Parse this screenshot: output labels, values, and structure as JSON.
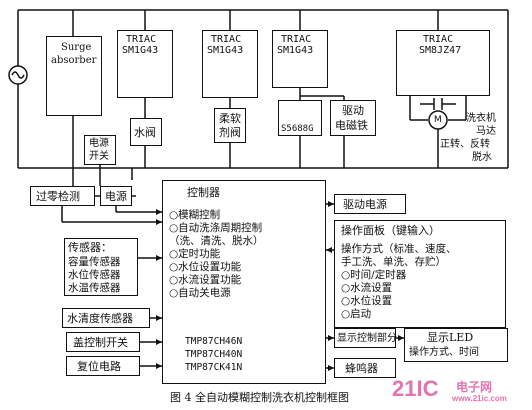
{
  "surge": {
    "title_line1": "Surge",
    "title_line2": "absorber"
  },
  "triac_blocks": [
    {
      "line1": "TRIAC",
      "line2": "SM1G43"
    },
    {
      "line1": "TRIAC",
      "line2": "SM1G43"
    },
    {
      "line1": "TRIAC",
      "line2": "SM1G43"
    },
    {
      "line1": "TRIAC",
      "line2": "SM8JZ47"
    }
  ],
  "loads": {
    "water_valve": "水阀",
    "softener_valve_line1": "柔软",
    "softener_valve_line2": "剂阀",
    "diode_label": "S5688G",
    "drive_magnet_line1": "驱动",
    "drive_magnet_line2": "电磁铁",
    "motor_symbol": "M",
    "motor_label_line1": "洗衣机",
    "motor_label_line2": "马达",
    "motor_label_line3": "正转、反转",
    "motor_label_line4": "脱水"
  },
  "power_switch": {
    "line1": "电源",
    "line2": "开关"
  },
  "zero_cross": "过零检测",
  "power_supply": "电源",
  "controller": {
    "title": "控制器",
    "functions": [
      "○模糊控制",
      "○自动洗涤周期控制",
      "（洗、清洗、脱水）",
      "○定时功能",
      "○水位设置功能",
      "○水流设置功能",
      "○自动关电源"
    ],
    "chips": [
      "TMP87CH46N",
      "TMP87CH40N",
      "TMP87CK41N"
    ]
  },
  "drive_power": "驱动电源",
  "sensors": {
    "title": "传感器：",
    "items": [
      "容量传感器",
      "水位传感器",
      "水温传感器"
    ]
  },
  "turbidity_sensor": "水清度传感器",
  "lid_switch": "盖控制开关",
  "reset_circuit": "复位电路",
  "operation_panel": {
    "title": "操作面板（键输入）",
    "lines": [
      "操作方式（标准、速度、",
      "手工洗、单洗、存贮）",
      "○时间/定时器",
      "○水流设置",
      "○水位设置",
      "○启动"
    ]
  },
  "display_control": "显示控制部分",
  "display_led": {
    "title": "显示LED",
    "line": "操作方式、时间"
  },
  "buzzer": "蜂鸣器",
  "caption": "图 4    全自动模糊控制洗衣机控制框图",
  "watermark": {
    "logo": "21IC",
    "site_cn": "电子网",
    "site_url": "www.21ic.com"
  },
  "colors": {
    "line": "#111111",
    "watermark": "#e25aa0"
  }
}
